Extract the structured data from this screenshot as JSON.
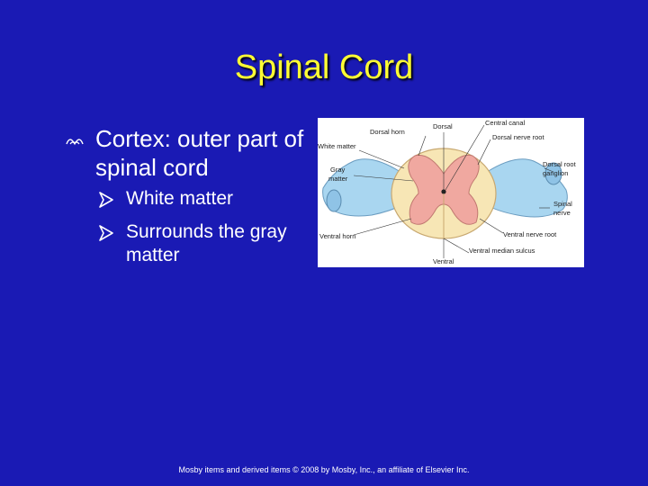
{
  "slide": {
    "title": "Spinal Cord",
    "bullet": "Cortex: outer part of spinal cord",
    "sub_bullets": [
      "White  matter",
      "Surrounds the gray matter"
    ],
    "footer": "Mosby items and derived items © 2008 by Mosby, Inc., an affiliate of Elsevier Inc."
  },
  "figure": {
    "labels": {
      "dorsal": "Dorsal",
      "central_canal": "Central canal",
      "dorsal_horn": "Dorsal horn",
      "white_matter": "White matter",
      "dorsal_nerve_root": "Dorsal nerve root",
      "gray": "Gray",
      "matter": "matter",
      "dorsal_root": "Dorsal root",
      "ganglion": "ganglion",
      "spinal": "Spinal",
      "nerve": "nerve",
      "ventral_horn": "Ventral horn",
      "ventral_nerve_root": "Ventral nerve root",
      "ventral_median_sulcus": "Ventral median sulcus",
      "ventral": "Ventral"
    }
  },
  "colors": {
    "background": "#1a1ab4",
    "title": "#ffff33",
    "text": "#ffffff",
    "white_matter": "#f7e6b5",
    "gray_matter": "#f0a8a0",
    "nerve": "#a9d6f0"
  },
  "icons": {
    "main_bullet": "ornament-bullet-icon",
    "sub_bullet": "arrowhead-bullet-icon"
  }
}
